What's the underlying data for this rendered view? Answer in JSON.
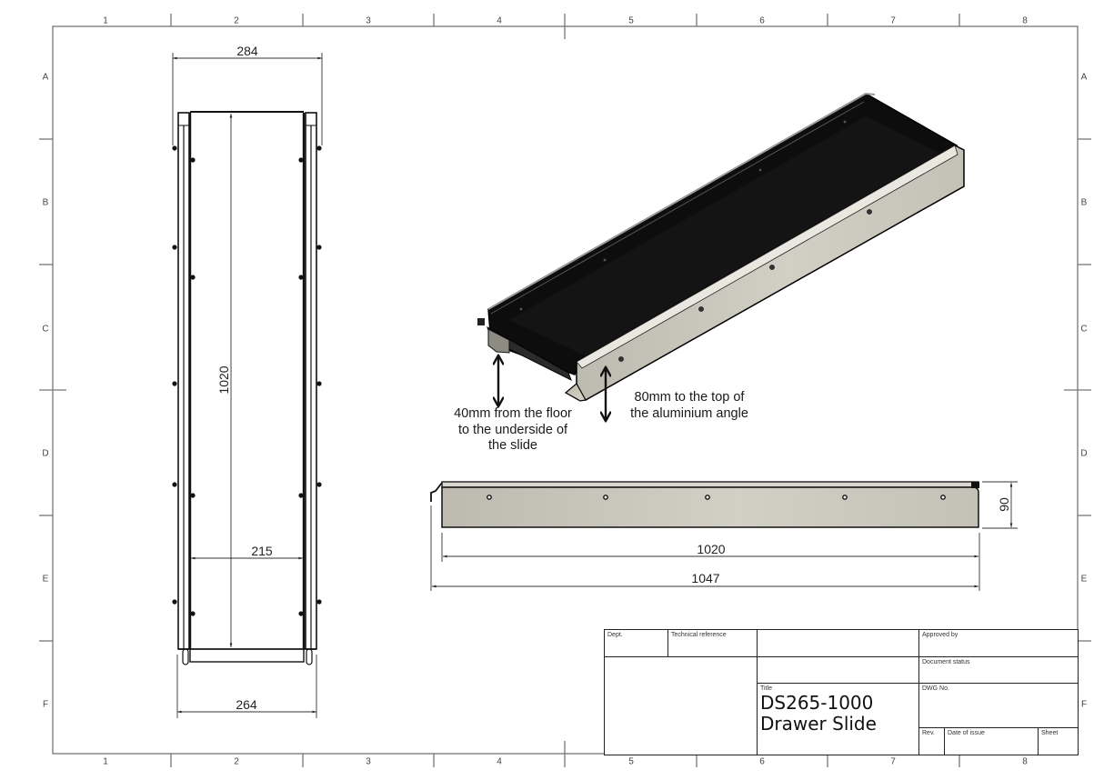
{
  "drawing": {
    "title_line1": "DS265-1000",
    "title_line2": "Drawer Slide",
    "colors": {
      "frame": "#777777",
      "line": "#222222",
      "aluminium": "#c9c6bb",
      "tray": "#111111"
    }
  },
  "border": {
    "columns_top": [
      "1",
      "2",
      "3",
      "4",
      "5",
      "6",
      "7",
      "8"
    ],
    "columns_bottom": [
      "1",
      "2",
      "3",
      "4",
      "5",
      "6",
      "7",
      "8"
    ],
    "rows_left": [
      "A",
      "B",
      "C",
      "D",
      "E",
      "F"
    ],
    "rows_right": [
      "A",
      "B",
      "C",
      "D",
      "E",
      "F"
    ]
  },
  "top_view": {
    "dim_overall_width": "284",
    "dim_length": "1020",
    "dim_inner_width": "215",
    "dim_base_width": "264"
  },
  "iso_view": {
    "note_left": [
      "40mm from the floor",
      "to the underside of",
      "the slide"
    ],
    "note_right": [
      "80mm to the top of",
      "the aluminium angle"
    ]
  },
  "side_view": {
    "dim_height": "90",
    "dim_angle_length": "1020",
    "dim_overall_length": "1047"
  },
  "title_block": {
    "dept_label": "Dept.",
    "tech_ref_label": "Technical reference",
    "approved_by_label": "Approved by",
    "document_status_label": "Document status",
    "title_label": "Title",
    "dwg_no_label": "DWG No.",
    "rev_label": "Rev.",
    "date_of_issue_label": "Date of issue",
    "sheet_label": "Sheet"
  }
}
